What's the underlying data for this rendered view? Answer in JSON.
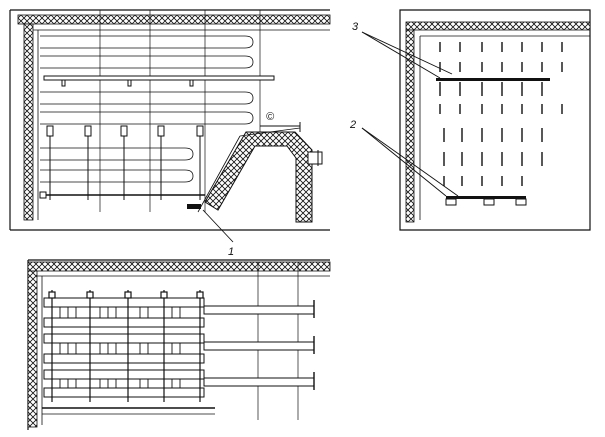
{
  "figure": {
    "callouts": [
      {
        "id": "c1",
        "text": "1"
      },
      {
        "id": "c2",
        "text": "2"
      },
      {
        "id": "c3",
        "text": "3"
      }
    ],
    "symbol_mark": "©"
  }
}
